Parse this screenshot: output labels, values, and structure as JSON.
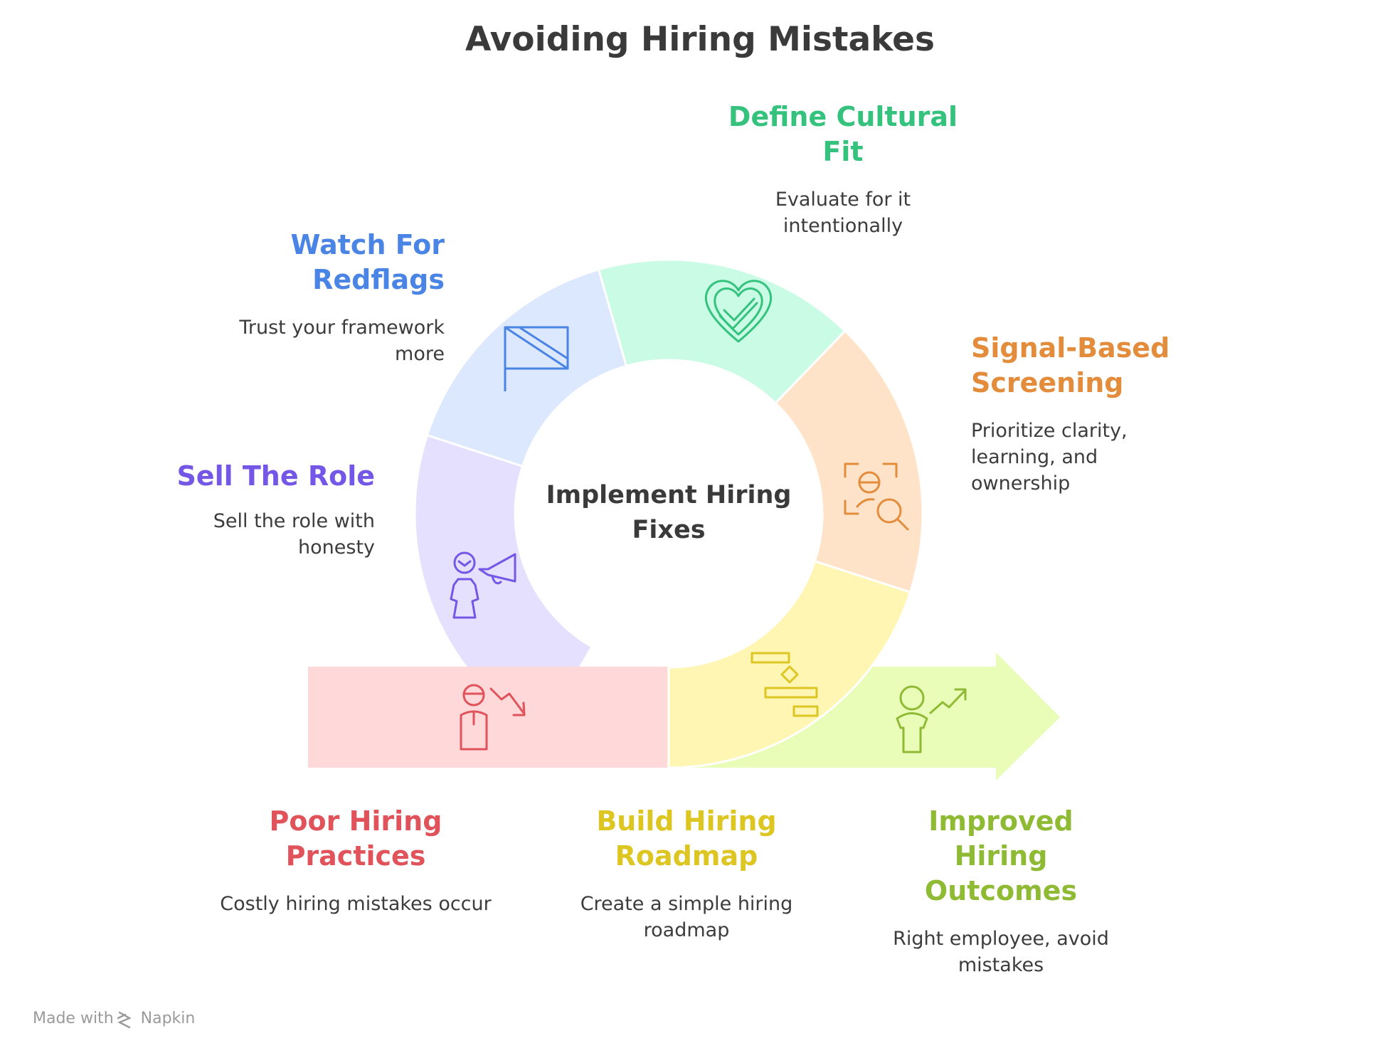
{
  "title": "Avoiding Hiring Mistakes",
  "center": "Implement Hiring Fixes",
  "colors": {
    "red_fill": "#ffd9d9",
    "red_stroke": "#e0535a",
    "yellow_fill": "#fff6b3",
    "yellow_stroke": "#ddc522",
    "green_fill": "#e9fcb8",
    "green_stroke": "#8fba34",
    "purple_fill": "#e5e0fd",
    "purple_stroke": "#7457e6",
    "blue_fill": "#dbe8fd",
    "blue_stroke": "#4a84e4",
    "teal_fill": "#c9fbe5",
    "teal_stroke": "#34c27d",
    "orange_fill": "#ffe3c9",
    "orange_stroke": "#e38c3b"
  },
  "stages": [
    {
      "id": "poor",
      "title": "Poor Hiring Practices",
      "desc": "Costly hiring mistakes occur",
      "icon": "person-trend-down-icon",
      "color": "#e0535a"
    },
    {
      "id": "build",
      "title": "Build Hiring Roadmap",
      "desc": "Create a simple hiring roadmap",
      "icon": "gantt-roadmap-icon",
      "color": "#ddc522"
    },
    {
      "id": "improved",
      "title": "Improved Hiring Outcomes",
      "desc": "Right employee, avoid mistakes",
      "icon": "person-trend-up-icon",
      "color": "#8fba34"
    },
    {
      "id": "sell",
      "title": "Sell The Role",
      "desc": "Sell the role with honesty",
      "icon": "megaphone-person-icon",
      "color": "#7457e6"
    },
    {
      "id": "redflags",
      "title": "Watch For Redflags",
      "desc": "Trust your framework more",
      "icon": "flag-icon",
      "color": "#4a84e4"
    },
    {
      "id": "culture",
      "title": "Define Cultural Fit",
      "desc": "Evaluate for it intentionally",
      "icon": "heart-check-icon",
      "color": "#34c27d"
    },
    {
      "id": "signal",
      "title": "Signal-Based Screening",
      "desc": "Prioritize clarity, learning, and ownership",
      "icon": "face-scan-search-icon",
      "color": "#e38c3b"
    }
  ],
  "watermark": {
    "prefix": "Made with",
    "brand": "Napkin",
    "icon": "napkin-logo-icon"
  }
}
